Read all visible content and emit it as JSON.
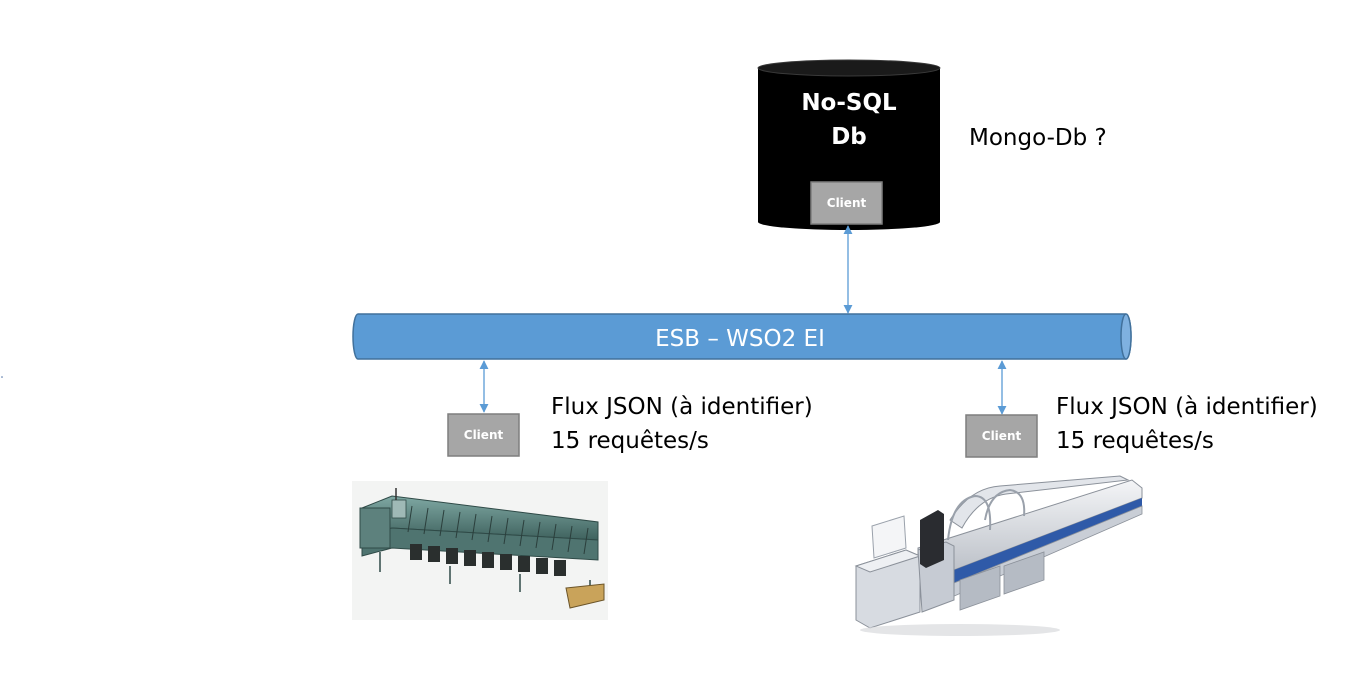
{
  "database": {
    "title_line1": "No-SQL",
    "title_line2": "Db",
    "client_label": "Client",
    "annotation": "Mongo-Db ?",
    "color": "#000000"
  },
  "bus": {
    "label": "ESB – WSO2 EI",
    "color": "#5b9bd5"
  },
  "connectors": {
    "color": "#5b9bd5"
  },
  "client_box": {
    "fill": "#a6a6a6",
    "border": "#7f7f7f"
  },
  "machines": [
    {
      "client_label": "Client",
      "flux_line1": "Flux JSON (à identifier)",
      "flux_line2": "15 requêtes/s",
      "icon": "mail-sorting-machine-icon"
    },
    {
      "client_label": "Client",
      "flux_line1": "Flux JSON (à identifier)",
      "flux_line2": "15 requêtes/s",
      "icon": "parcel-sorting-machine-icon"
    }
  ]
}
